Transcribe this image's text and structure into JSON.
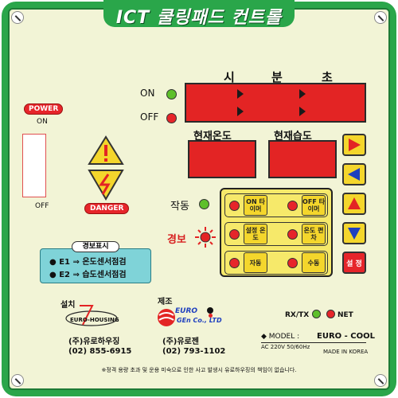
{
  "title": "ICT 쿨링패드 컨트롤",
  "clock_labels": {
    "hour": "시",
    "minute": "분",
    "second": "초"
  },
  "status": {
    "on": "ON",
    "off": "OFF"
  },
  "temp_labels": {
    "current_temp": "현재온도",
    "current_humidity": "현재습도"
  },
  "power": {
    "label": "POWER",
    "on": "ON",
    "off": "OFF"
  },
  "danger_label": "DANGER",
  "operation_label": "작동",
  "alarm_label": "경보",
  "buttons": {
    "on_timer": "ON 타이머",
    "off_timer": "OFF 타이머",
    "set_temp": "설정 온도",
    "temp_diff": "온도 편차",
    "auto": "자동",
    "manual": "수동",
    "set": "설 정"
  },
  "alarm_display": {
    "title": "경보표시",
    "e1_code": "E1",
    "e1_text": "온도센서점검",
    "e2_code": "E2",
    "e2_text": "습도센서점검"
  },
  "installer": {
    "heading": "설치",
    "logo": "EURO-HOUSING",
    "name": "(주)유로하우징",
    "phone": "(02) 855-6915"
  },
  "manufacturer": {
    "heading": "제조",
    "logo_line1": "EURO",
    "logo_line2": "GEn Co., LTD",
    "name": "(주)유로젠",
    "phone": "(02) 793-1102"
  },
  "comm": {
    "rxtx": "RX/TX",
    "net": "NET"
  },
  "model": {
    "label": "◆ MODEL :",
    "name": "EURO - COOL",
    "power_spec": "AC 220V 50/60Hz",
    "made_in": "MADE IN KOREA"
  },
  "footer": "※정격 용량 초과 및 운용 미숙으로 인한 사고 발생시 유로하우징의 책임이 없습니다."
}
